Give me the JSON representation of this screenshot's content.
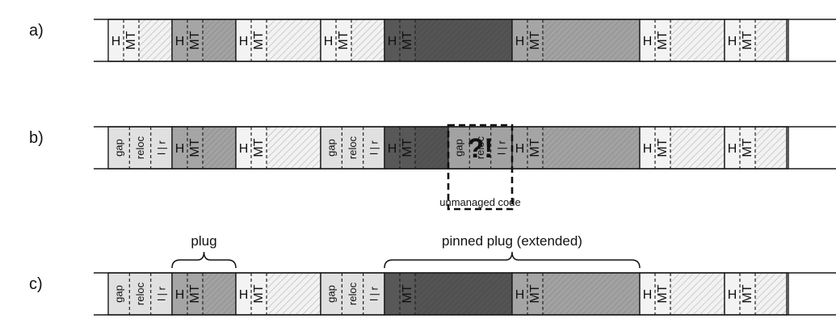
{
  "rows": [
    {
      "label": "a)",
      "blocks": [
        {
          "type": "obj",
          "h": "H",
          "mt": "MT",
          "shade": "light",
          "width": 79
        },
        {
          "type": "obj",
          "h": "H",
          "mt": "MT",
          "shade": "mid",
          "width": 79
        },
        {
          "type": "obj",
          "h": "H",
          "mt": "MT",
          "shade": "light",
          "width": 105
        },
        {
          "type": "obj",
          "h": "H",
          "mt": "MT",
          "shade": "light",
          "width": 79
        },
        {
          "type": "obj",
          "h": "H",
          "mt": "MT",
          "shade": "dark",
          "width": 158
        },
        {
          "type": "obj",
          "h": "H",
          "mt": "MT",
          "shade": "mid",
          "width": 158
        },
        {
          "type": "obj",
          "h": "H",
          "mt": "MT",
          "shade": "light",
          "width": 105
        },
        {
          "type": "obj",
          "h": "H",
          "mt": "MT",
          "shade": "light",
          "width": 79
        }
      ]
    },
    {
      "label": "b)",
      "blocks": [
        {
          "type": "plughdr",
          "gap": "gap",
          "reloc": "reloc",
          "lr": "l | r",
          "width": 79
        },
        {
          "type": "obj",
          "h": "H",
          "mt": "MT",
          "shade": "mid",
          "width": 79
        },
        {
          "type": "obj",
          "h": "H",
          "mt": "MT",
          "shade": "light",
          "width": 105
        },
        {
          "type": "plughdr",
          "gap": "gap",
          "reloc": "reloc",
          "lr": "l | r",
          "width": 79
        },
        {
          "type": "obj",
          "h": "H",
          "mt": "MT",
          "shade": "dark",
          "width": 79
        },
        {
          "type": "corrupt",
          "gap": "gap",
          "reloc": "reloc",
          "lr": "l | r",
          "symbol": "?!",
          "width": 79
        },
        {
          "type": "obj",
          "h": "H",
          "mt": "MT",
          "shade": "mid",
          "width": 158
        },
        {
          "type": "obj",
          "h": "H",
          "mt": "MT",
          "shade": "light",
          "width": 105
        },
        {
          "type": "obj",
          "h": "H",
          "mt": "MT",
          "shade": "light",
          "width": 79
        }
      ],
      "annotation": "unmanaged code"
    },
    {
      "label": "c)",
      "blocks": [
        {
          "type": "plughdr",
          "gap": "gap",
          "reloc": "reloc",
          "lr": "l | r",
          "width": 79
        },
        {
          "type": "obj",
          "h": "H",
          "mt": "MT",
          "shade": "mid",
          "width": 79
        },
        {
          "type": "obj",
          "h": "H",
          "mt": "MT",
          "shade": "light",
          "width": 105
        },
        {
          "type": "plughdr",
          "gap": "gap",
          "reloc": "reloc",
          "lr": "l | r",
          "width": 79
        },
        {
          "type": "obj",
          "h": "",
          "mt": "MT",
          "shade": "dark",
          "width": 158
        },
        {
          "type": "obj",
          "h": "H",
          "mt": "MT",
          "shade": "mid",
          "width": 158
        },
        {
          "type": "obj",
          "h": "H",
          "mt": "MT",
          "shade": "light",
          "width": 105
        },
        {
          "type": "obj",
          "h": "H",
          "mt": "MT",
          "shade": "light",
          "width": 79
        }
      ],
      "braces": [
        {
          "label": "plug",
          "from_block": 1,
          "to_block": 1
        },
        {
          "label": "pinned plug (extended)",
          "from_block": 4,
          "to_block": 5
        }
      ]
    }
  ]
}
